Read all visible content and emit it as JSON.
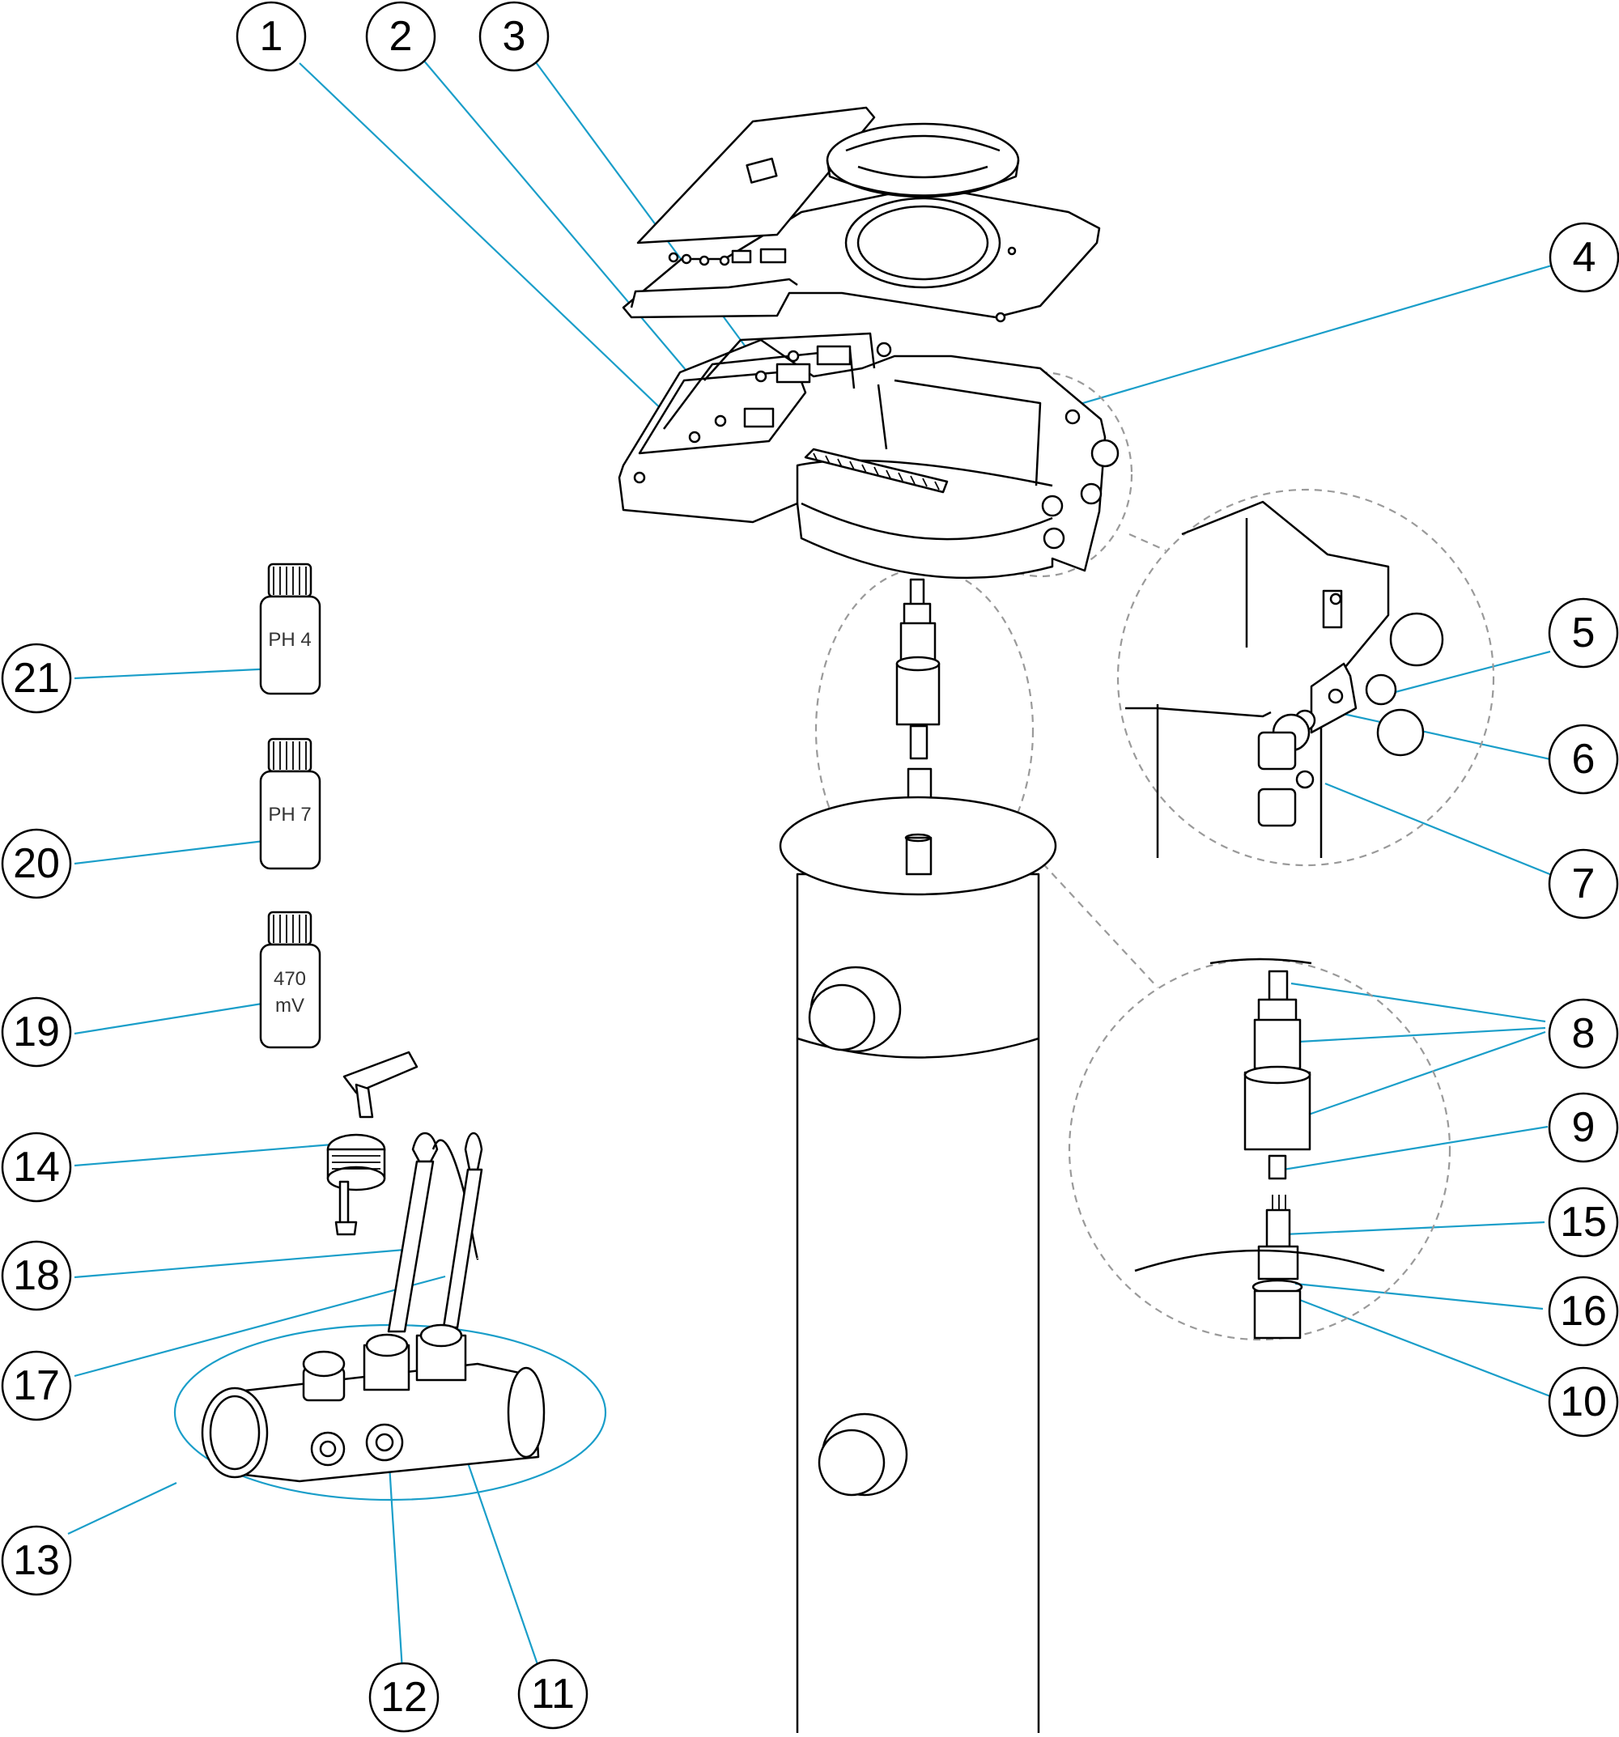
{
  "diagram": {
    "colors": {
      "leader": "#1a9ec9",
      "outline": "#000000",
      "detail_circle": "#9a9a9a",
      "background": "#ffffff"
    },
    "bottle_labels": {
      "ph4": "PH 4",
      "ph7": "PH 7",
      "orp_value": "470",
      "orp_unit": "mV"
    },
    "callouts": [
      "1",
      "2",
      "3",
      "4",
      "5",
      "6",
      "7",
      "8",
      "9",
      "10",
      "11",
      "12",
      "13",
      "14",
      "15",
      "16",
      "17",
      "18",
      "19",
      "20",
      "21"
    ]
  }
}
